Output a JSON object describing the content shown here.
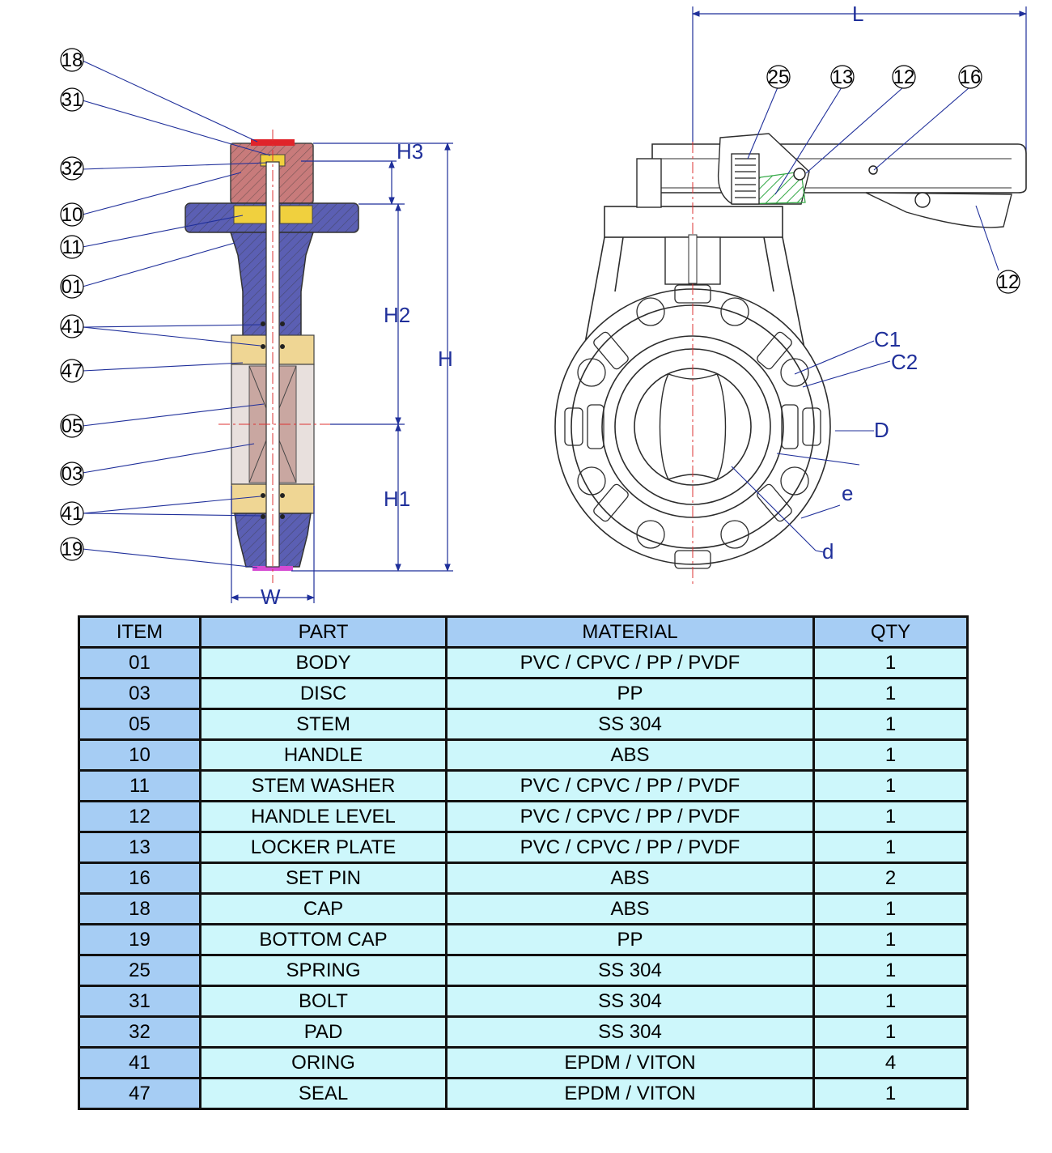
{
  "colors": {
    "body": "#5b5fb3",
    "handle": "#c87b7b",
    "washer": "#f0d03e",
    "seal": "#efd694",
    "disc": "#c9a7a1",
    "cap": "#e0242a",
    "dimension": "#1f2f9a",
    "line": "#2c2c2c",
    "table_header": "#a6cdf4",
    "table_row": "#cdf7fb"
  },
  "callouts_left": [
    "18",
    "31",
    "32",
    "10",
    "11",
    "01",
    "41",
    "47",
    "05",
    "03",
    "41",
    "19"
  ],
  "callouts_right": [
    "25",
    "13",
    "12",
    "16",
    "12"
  ],
  "dimensions": {
    "h3": "H3",
    "h2": "H2",
    "h": "H",
    "h1": "H1",
    "w": "W",
    "l": "L",
    "c1": "C1",
    "c2": "C2",
    "d_upper": "D",
    "e": "e",
    "d_lower": "d"
  },
  "table": {
    "headers": [
      "ITEM",
      "PART",
      "MATERIAL",
      "QTY"
    ],
    "rows": [
      {
        "item": "01",
        "part": "BODY",
        "material": "PVC / CPVC / PP / PVDF",
        "qty": "1"
      },
      {
        "item": "03",
        "part": "DISC",
        "material": "PP",
        "qty": "1"
      },
      {
        "item": "05",
        "part": "STEM",
        "material": "SS 304",
        "qty": "1"
      },
      {
        "item": "10",
        "part": "HANDLE",
        "material": "ABS",
        "qty": "1"
      },
      {
        "item": "11",
        "part": "STEM WASHER",
        "material": "PVC / CPVC / PP / PVDF",
        "qty": "1"
      },
      {
        "item": "12",
        "part": "HANDLE LEVEL",
        "material": "PVC / CPVC / PP / PVDF",
        "qty": "1"
      },
      {
        "item": "13",
        "part": "LOCKER PLATE",
        "material": "PVC / CPVC / PP / PVDF",
        "qty": "1"
      },
      {
        "item": "16",
        "part": "SET PIN",
        "material": "ABS",
        "qty": "2"
      },
      {
        "item": "18",
        "part": "CAP",
        "material": "ABS",
        "qty": "1"
      },
      {
        "item": "19",
        "part": "BOTTOM CAP",
        "material": "PP",
        "qty": "1"
      },
      {
        "item": "25",
        "part": "SPRING",
        "material": "SS 304",
        "qty": "1"
      },
      {
        "item": "31",
        "part": "BOLT",
        "material": "SS 304",
        "qty": "1"
      },
      {
        "item": "32",
        "part": "PAD",
        "material": "SS 304",
        "qty": "1"
      },
      {
        "item": "41",
        "part": "ORING",
        "material": "EPDM / VITON",
        "qty": "4"
      },
      {
        "item": "47",
        "part": "SEAL",
        "material": "EPDM / VITON",
        "qty": "1"
      }
    ]
  }
}
